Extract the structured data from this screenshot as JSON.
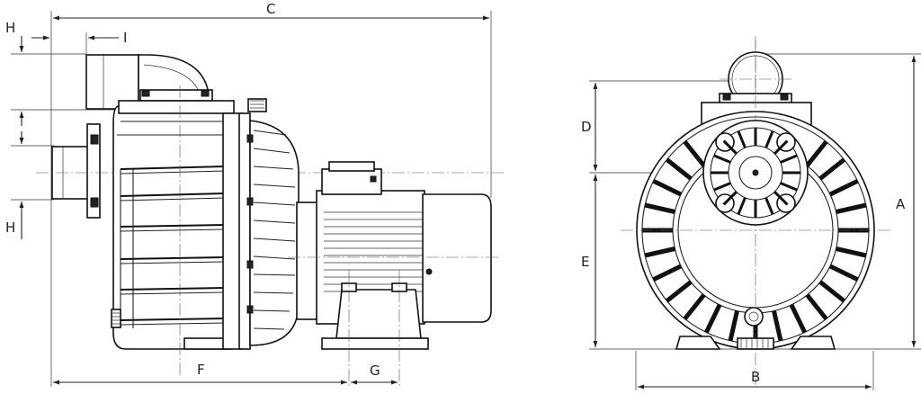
{
  "dimensions": {
    "C": "C",
    "H": "H",
    "I": "I",
    "F": "F",
    "G": "G",
    "D": "D",
    "E": "E",
    "A": "A",
    "B": "B"
  }
}
